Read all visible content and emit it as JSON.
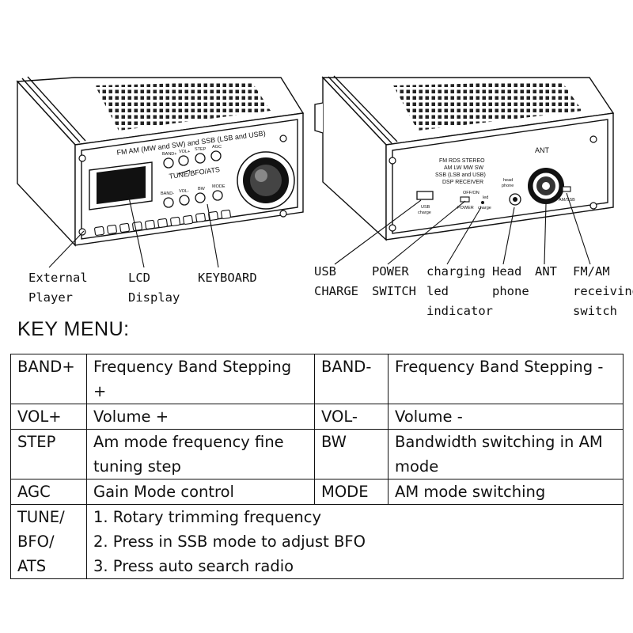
{
  "front_panel": {
    "top_text": "FM AM (MW and SW) and SSB (LSB and USB)",
    "tune_text": "TUNE/BFO/ATS",
    "buttons_top": [
      "BAND+",
      "VOL+",
      "STEP",
      "AGC"
    ],
    "buttons_bottom": [
      "BAND-",
      "VOL-",
      "BW",
      "MODE"
    ]
  },
  "rear_panel": {
    "badge_lines": [
      "FM RDS STEREO",
      "AM LW MW SW",
      "SSB (LSB and USB)",
      "DSP RECEIVER"
    ],
    "ant": "ANT",
    "usb_small": [
      "USB",
      "charge"
    ],
    "offon": "OFF/ON",
    "power_small": "POWER",
    "led_small": [
      "led",
      "charge"
    ],
    "head_small": [
      "head",
      "phone"
    ],
    "amssb_small": "AM/SSB"
  },
  "callouts": {
    "external_player": [
      "External",
      "Player"
    ],
    "lcd_display": [
      "LCD",
      "Display"
    ],
    "keyboard": [
      "KEYBOARD"
    ],
    "usb_charge": [
      "USB",
      "CHARGE"
    ],
    "power_switch": [
      "POWER",
      "SWITCH"
    ],
    "charging": [
      "charging",
      "led",
      "indicator"
    ],
    "headphone": [
      "Head",
      "phone"
    ],
    "ant": [
      "ANT"
    ],
    "fmam": [
      "FM/AM",
      "receiving",
      "switch"
    ]
  },
  "key_menu": {
    "title": "KEY MENU:",
    "rows": [
      {
        "k1": [
          "BAND+"
        ],
        "d1": [
          "Frequency Band Stepping +"
        ],
        "k2": [
          "BAND-"
        ],
        "d2": [
          "Frequency Band Stepping -"
        ]
      },
      {
        "k1": [
          "VOL+"
        ],
        "d1": [
          "Volume +"
        ],
        "k2": [
          "VOL-"
        ],
        "d2": [
          "Volume -"
        ]
      },
      {
        "k1": [
          "STEP"
        ],
        "d1": [
          "Am mode frequency fine",
          "tuning step"
        ],
        "k2": [
          "BW"
        ],
        "d2": [
          "Bandwidth switching in AM",
          "mode"
        ]
      },
      {
        "k1": [
          "AGC"
        ],
        "d1": [
          "Gain Mode control"
        ],
        "k2": [
          "MODE"
        ],
        "d2": [
          "AM mode switching"
        ]
      }
    ],
    "tune_row": {
      "k": [
        "TUNE/",
        "BFO/",
        "ATS"
      ],
      "items": [
        "1. Rotary trimming frequency",
        "2. Press in SSB mode to adjust BFO",
        "3. Press auto search radio"
      ]
    }
  }
}
